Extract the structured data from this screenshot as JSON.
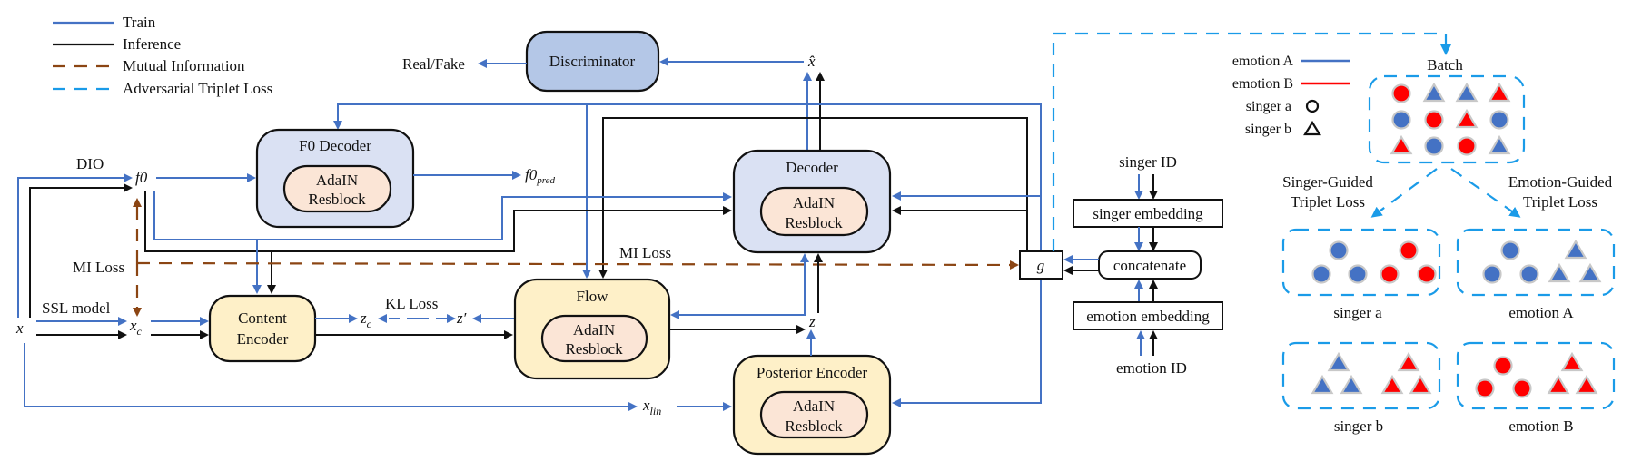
{
  "legend": {
    "items": [
      {
        "label": "Train",
        "style": "solid",
        "color": "#4472c4"
      },
      {
        "label": "Inference",
        "style": "solid",
        "color": "#111111"
      },
      {
        "label": "Mutual Information",
        "style": "dashed",
        "color": "#8b4513"
      },
      {
        "label": "Adversarial Triplet Loss",
        "style": "dashed",
        "color": "#1a9be8"
      }
    ]
  },
  "nodes": {
    "discriminator": "Discriminator",
    "real_fake": "Real/Fake",
    "x_hat": "x̂",
    "f0_decoder": "F0 Decoder",
    "adain_line1": "AdaIN",
    "adain_line2": "Resblock",
    "f0": "f0",
    "f0_pred_main": "f0",
    "f0_pred_sub": "pred",
    "dio": "DIO",
    "mi_loss_left": "MI Loss",
    "mi_loss_center": "MI Loss",
    "ssl_model": "SSL model",
    "x": "x",
    "x_c_main": "x",
    "x_c_sub": "c",
    "content_encoder_l1": "Content",
    "content_encoder_l2": "Encoder",
    "z_c_main": "z",
    "z_c_sub": "c",
    "kl_loss": "KL Loss",
    "z_prime": "z′",
    "flow": "Flow",
    "decoder": "Decoder",
    "posterior_encoder": "Posterior Encoder",
    "z": "z",
    "x_lin_main": "x",
    "x_lin_sub": "lin",
    "g": "g",
    "singer_id": "singer ID",
    "singer_embedding": "singer embedding",
    "concatenate": "concatenate",
    "emotion_embedding": "emotion embedding",
    "emotion_id": "emotion ID"
  },
  "triplet": {
    "legend": {
      "emotion_a": "emotion A",
      "emotion_b": "emotion B",
      "singer_a": "singer a",
      "singer_b": "singer b"
    },
    "batch_label": "Batch",
    "singer_guided_l1": "Singer-Guided",
    "singer_guided_l2": "Triplet Loss",
    "emotion_guided_l1": "Emotion-Guided",
    "emotion_guided_l2": "Triplet Loss",
    "groups": [
      {
        "label": "singer a"
      },
      {
        "label": "emotion A"
      },
      {
        "label": "singer b"
      },
      {
        "label": "emotion B"
      }
    ],
    "batch_grid": [
      [
        "circle-B",
        "triangle-A",
        "triangle-A",
        "triangle-B"
      ],
      [
        "circle-A",
        "circle-B",
        "triangle-B",
        "circle-A"
      ],
      [
        "triangle-B",
        "circle-A",
        "circle-B",
        "triangle-A"
      ]
    ]
  },
  "colors": {
    "train": "#4472c4",
    "inference": "#111111",
    "mutual_info": "#8b4513",
    "adversarial": "#1a9be8",
    "emotion_a": "#4472c4",
    "emotion_b": "#ff0000",
    "decoder_fill": "#dae1f3",
    "discriminator_fill": "#b4c7e7",
    "encoder_fill": "#fef0c8",
    "resblock_fill": "#fbe5d6"
  }
}
